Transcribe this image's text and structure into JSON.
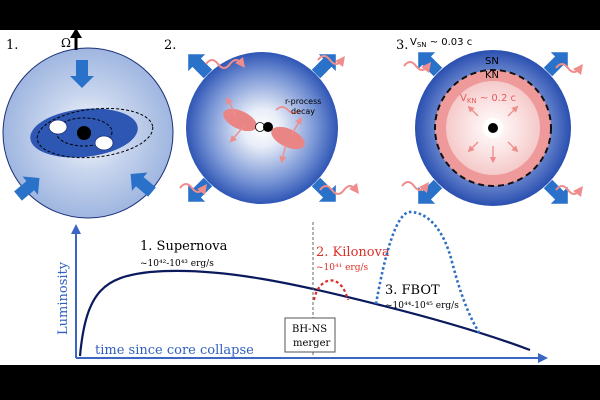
{
  "panels": {
    "p1": {
      "label": "1.",
      "omega": "Ω"
    },
    "p2": {
      "label": "2.",
      "rprocess_line1": "r-process",
      "rprocess_line2": "decay"
    },
    "p3": {
      "label": "3.",
      "vsn_main": "V",
      "vsn_sub": "SN",
      "vsn_tail": " ~ 0.03 c",
      "sn": "SN",
      "kn": "KN",
      "vkn_main": "V",
      "vkn_sub": "KN",
      "vkn_tail": " ~ 0.2 c"
    }
  },
  "lightcurve": {
    "ylabel": "Luminosity",
    "xlabel": "time since core collapse",
    "supernova_title": "1. Supernova",
    "supernova_lum": "~10⁴²-10⁴³ erg/s",
    "kilonova_title": "2. Kilonova",
    "kilonova_lum": "~10⁴¹ erg/s",
    "fbot_title": "3. FBOT",
    "fbot_lum": "~10⁴⁴-10⁴⁵ erg/s",
    "merger_line1": "BH-NS",
    "merger_line2": "merger"
  },
  "colors": {
    "navy": "#0a1a5c",
    "blue": "#2f6fc2",
    "kilonova_red": "#d9302a",
    "pink": "#ef8c8c",
    "axis_blue": "#3a66c4"
  }
}
